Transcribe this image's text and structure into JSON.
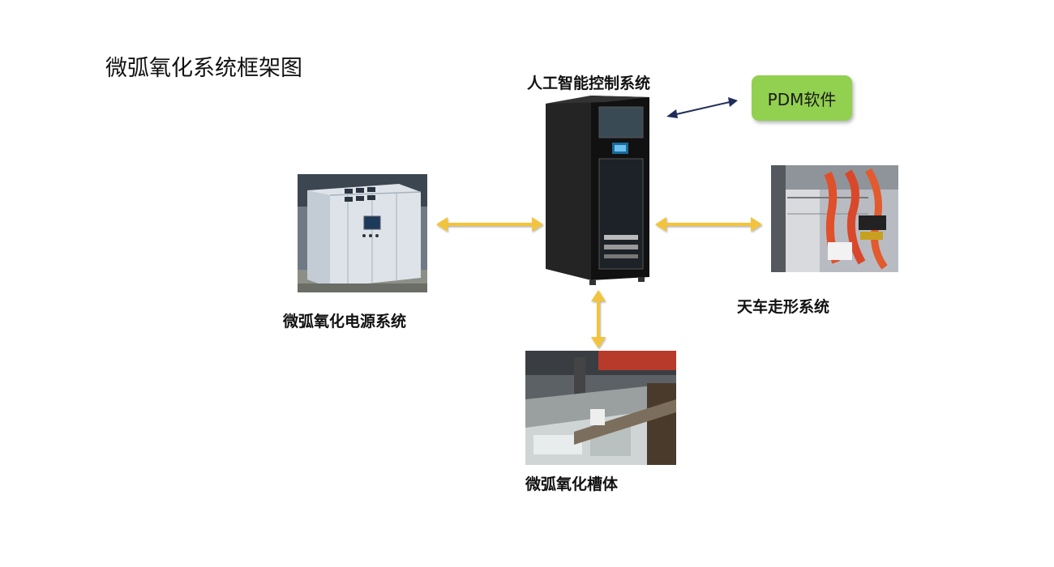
{
  "diagram": {
    "title": "微弧氧化系统框架图",
    "nodes": {
      "ai_control": {
        "label": "人工智能控制系统"
      },
      "pdm": {
        "label": "PDM软件"
      },
      "power": {
        "label": "微弧氧化电源系统"
      },
      "crane": {
        "label": "天车走形系统"
      },
      "tank": {
        "label": "微弧氧化槽体"
      }
    },
    "colors": {
      "pdm_box": "#92d050",
      "arrow_yellow": "#f2c43c",
      "arrow_navy": "#1f2d5a"
    },
    "icons": {
      "ai_control": "control-cabinet-icon",
      "power": "power-supply-cabinet-icon",
      "crane": "overhead-crane-icon",
      "tank": "oxidation-tank-icon"
    }
  }
}
